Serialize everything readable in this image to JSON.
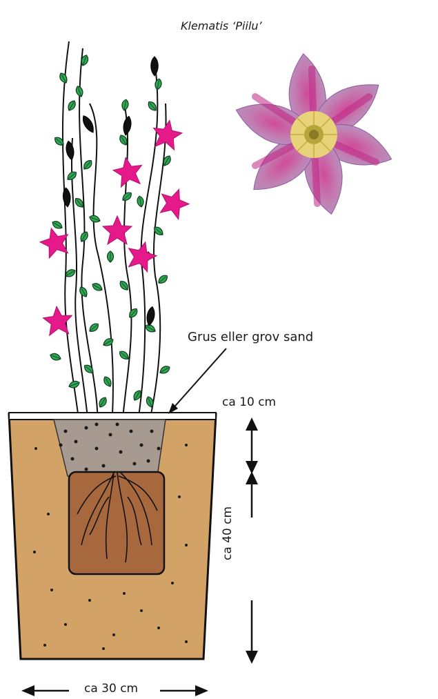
{
  "title": "Klematis ‘Piilu’",
  "gravel_label": "Grus eller grov sand",
  "dimensions": {
    "top_layer": "ca 10 cm",
    "depth": "ca 40 cm",
    "width": "ca 30 cm"
  },
  "colors": {
    "soil": "#d2a266",
    "root_ball": "#a8683e",
    "gravel": "#a69a91",
    "flower_drawn": "#e6198a",
    "leaf": "#2fa651",
    "clematis_petal": "#c27db0",
    "clematis_center": "#e8d27a"
  },
  "icons": [
    "clematis-photo",
    "plant-drawing",
    "pot",
    "dimension-arrow"
  ]
}
